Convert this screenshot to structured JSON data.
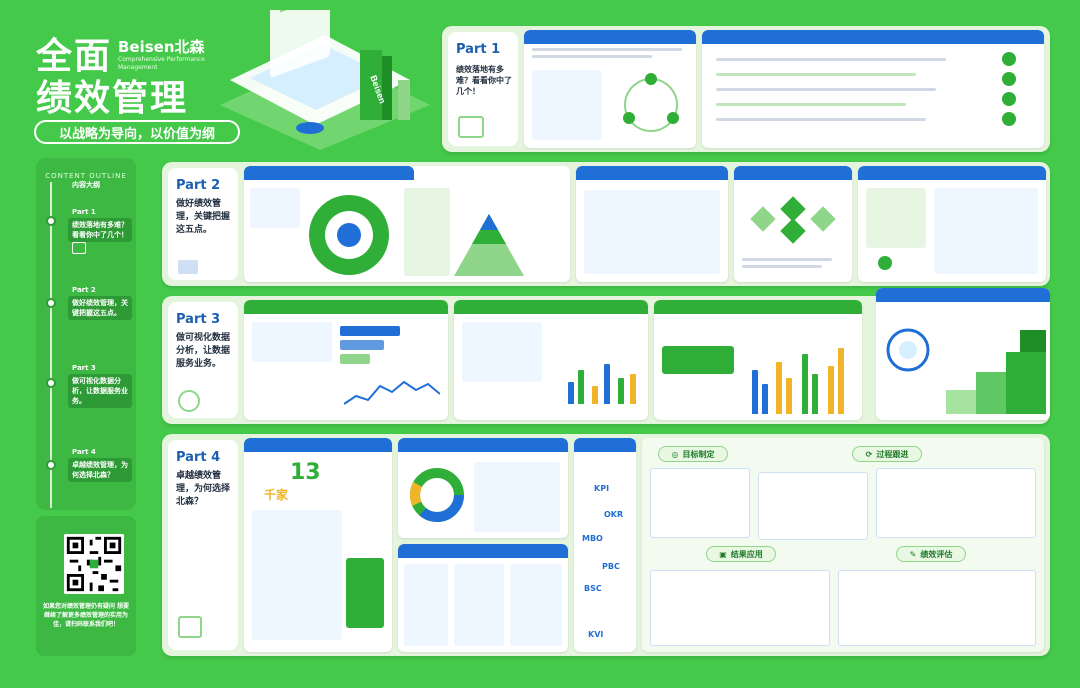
{
  "header": {
    "title_line1": "全面",
    "title_line2": "绩效管理",
    "brand": "Beisen北森",
    "brand_sub": "Comprehensive Performance Management",
    "slogan": "以战略为导向，以价值为纲",
    "hero_text": "Beisen"
  },
  "sidebar": {
    "outline_en": "CONTENT OUTLINE",
    "outline_zh": "内容大纲",
    "items": [
      {
        "part": "Part 1",
        "text": "绩效落地有多难？看看你中了几个！"
      },
      {
        "part": "Part 2",
        "text": "做好绩效管理，关键把握这五点。"
      },
      {
        "part": "Part 3",
        "text": "做可视化数据分析，让数据服务业务。"
      },
      {
        "part": "Part 4",
        "text": "卓越绩效管理，为何选择北森？"
      }
    ],
    "qr_caption": "如果您对绩效管理仍有疑问 想要继续了解更多绩效管理的实用为佳，请扫码联系我们吧！"
  },
  "parts": [
    {
      "label": "Part 1",
      "desc": "绩效落地有多难？看看你中了几个！"
    },
    {
      "label": "Part 2",
      "desc": "做好绩效管理，关键把握这五点。"
    },
    {
      "label": "Part 3",
      "desc": "做可视化数据分析，让数据服务业务。"
    },
    {
      "label": "Part 4",
      "desc": "卓越绩效管理，为何选择北森？"
    }
  ],
  "part4": {
    "big_number": "13",
    "highlight": "千家",
    "methods": [
      "KPI",
      "OKR",
      "MBO",
      "PBC",
      "BSC",
      "KVI"
    ],
    "modules": [
      "目标制定",
      "过程跟进",
      "结果应用",
      "绩效评估"
    ]
  },
  "colors": {
    "background": "#45c94a",
    "panel": "#e4f4dd",
    "accent_blue": "#1f6fd6",
    "accent_green": "#2fae38"
  }
}
